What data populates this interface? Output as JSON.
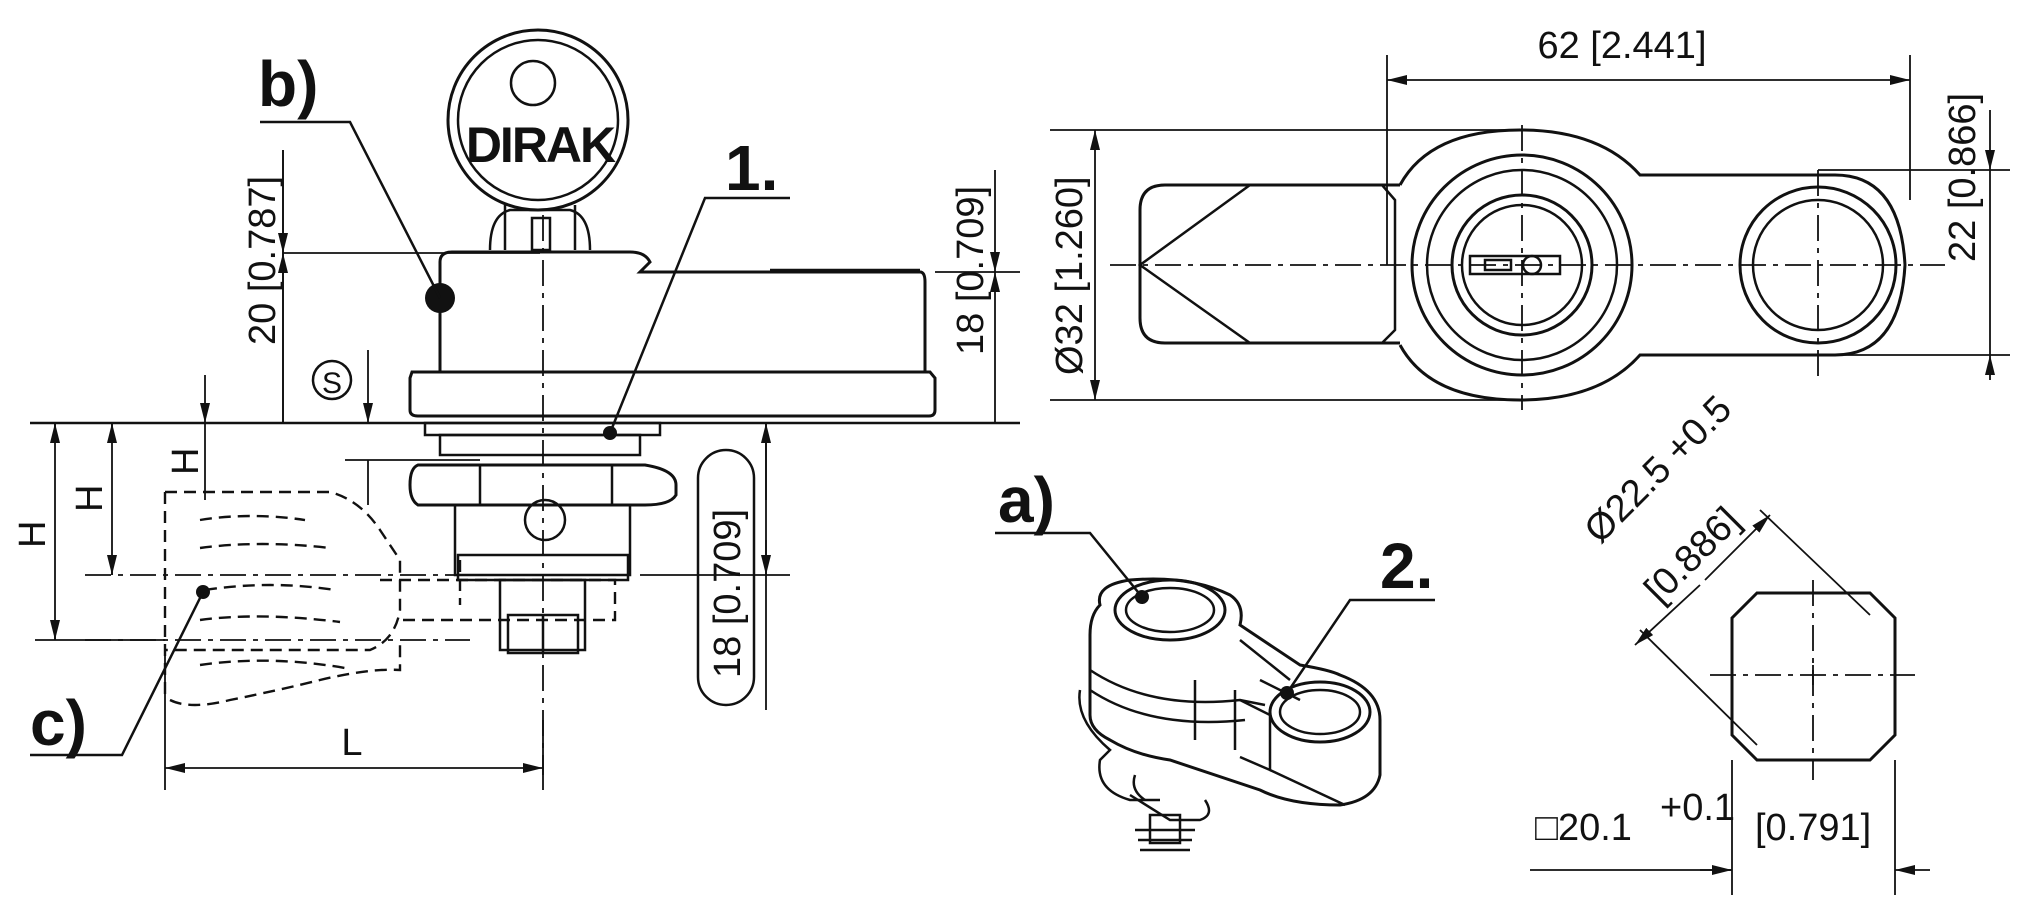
{
  "callouts": {
    "a": "a)",
    "b": "b)",
    "c": "c)",
    "n1": "1.",
    "n2": "2."
  },
  "key_brand": "DIRAK",
  "symbol_s": "S",
  "dimensions": {
    "width_top": "62 [2.441]",
    "dia_body": "Ø32 [1.260]",
    "right_22": "22 [0.866]",
    "key_height": "20 [0.787]",
    "body_height": "18 [0.709]",
    "boxed_18": "18 [0.709]",
    "h1": "H",
    "h2": "H",
    "h3": "H",
    "l": "L",
    "cutout_dia": "Ø22.5 +0.5",
    "cutout_dia_in": "[0.886]",
    "square_mm": "□20.1",
    "square_tol": "+0.1",
    "square_in": "[0.791]"
  }
}
